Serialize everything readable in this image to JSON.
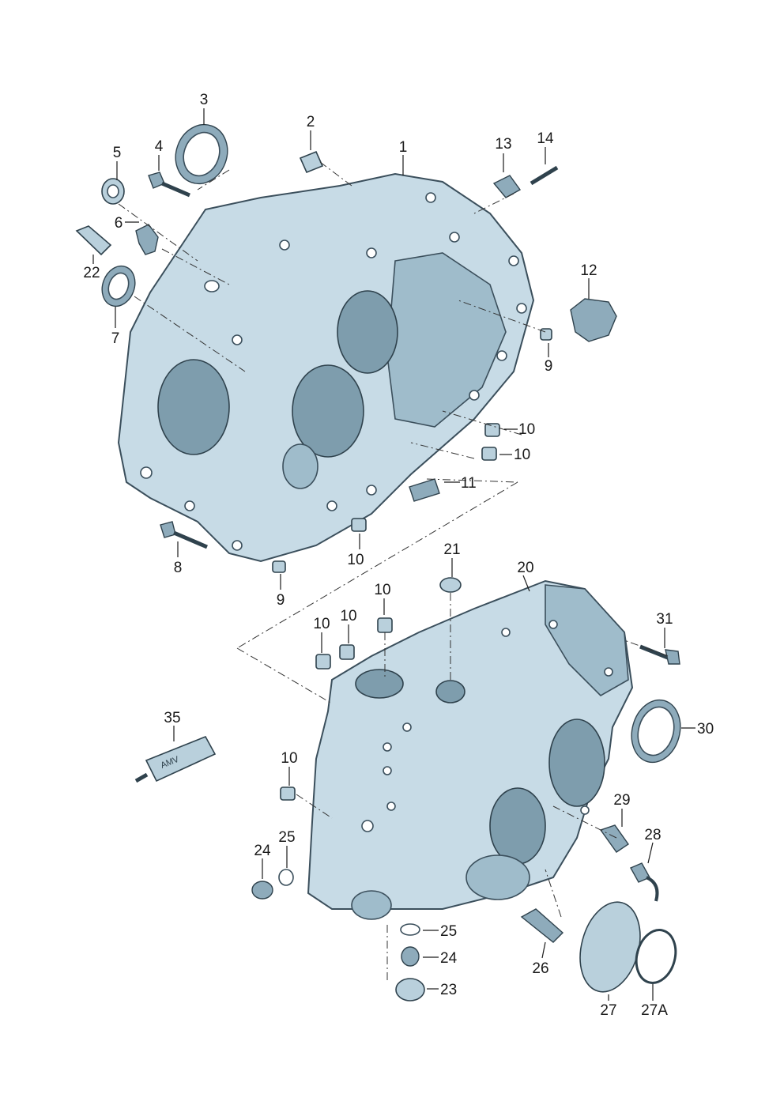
{
  "callouts": [
    {
      "id": "1",
      "label": "1"
    },
    {
      "id": "2",
      "label": "2"
    },
    {
      "id": "3",
      "label": "3"
    },
    {
      "id": "4",
      "label": "4"
    },
    {
      "id": "5",
      "label": "5"
    },
    {
      "id": "6",
      "label": "6"
    },
    {
      "id": "7",
      "label": "7"
    },
    {
      "id": "8",
      "label": "8"
    },
    {
      "id": "9a",
      "label": "9"
    },
    {
      "id": "9b",
      "label": "9"
    },
    {
      "id": "10a",
      "label": "10"
    },
    {
      "id": "10b",
      "label": "10"
    },
    {
      "id": "10c",
      "label": "10"
    },
    {
      "id": "10d",
      "label": "10"
    },
    {
      "id": "10e",
      "label": "10"
    },
    {
      "id": "10f",
      "label": "10"
    },
    {
      "id": "10g",
      "label": "10"
    },
    {
      "id": "11",
      "label": "11"
    },
    {
      "id": "12",
      "label": "12"
    },
    {
      "id": "13",
      "label": "13"
    },
    {
      "id": "14",
      "label": "14"
    },
    {
      "id": "20",
      "label": "20"
    },
    {
      "id": "21",
      "label": "21"
    },
    {
      "id": "22",
      "label": "22"
    },
    {
      "id": "23",
      "label": "23"
    },
    {
      "id": "24a",
      "label": "24"
    },
    {
      "id": "24b",
      "label": "24"
    },
    {
      "id": "25a",
      "label": "25"
    },
    {
      "id": "25b",
      "label": "25"
    },
    {
      "id": "26",
      "label": "26"
    },
    {
      "id": "27",
      "label": "27"
    },
    {
      "id": "27A",
      "label": "27A"
    },
    {
      "id": "28",
      "label": "28"
    },
    {
      "id": "29",
      "label": "29"
    },
    {
      "id": "30",
      "label": "30"
    },
    {
      "id": "31",
      "label": "31"
    },
    {
      "id": "35",
      "label": "35"
    }
  ],
  "sealant_tube_text": "AMV"
}
